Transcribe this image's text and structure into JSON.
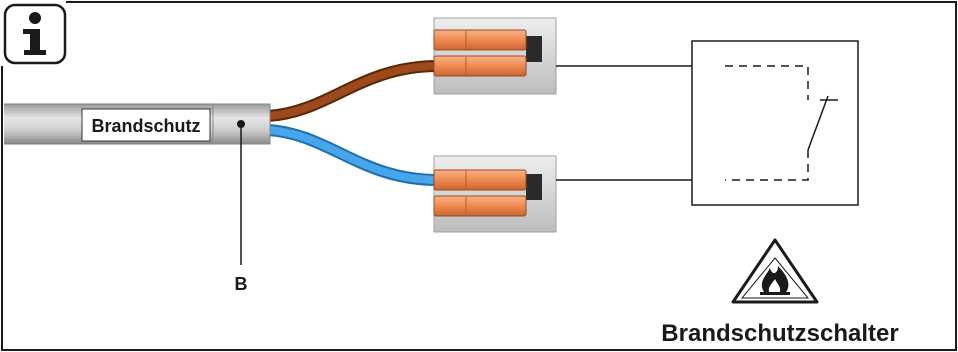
{
  "info_icon": "info-i-icon",
  "cable": {
    "sheath_label": "Brandschutz",
    "marker_label": "B"
  },
  "switch": {
    "label": "Brandschutzschalter",
    "warning_icon": "fire-warning-triangle-icon"
  },
  "colors": {
    "frame": "#1a1a1a",
    "cable_sheath": "#c9c9c9",
    "wire_brown": "#8a3c12",
    "wire_blue": "#2f8fd8",
    "terminal_body": "#d9d9d9",
    "terminal_lever": "#f2955f"
  }
}
